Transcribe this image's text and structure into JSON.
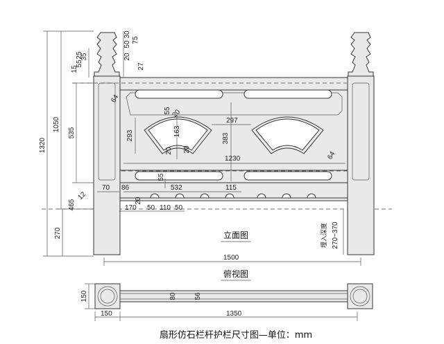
{
  "title": "扇形仿石栏杆护栏尺寸图—单位：mm",
  "views": {
    "elevation": "立面图",
    "plan": "俯视图"
  },
  "embed_note": "埋入深度",
  "embed_range": "270~370",
  "dims": {
    "total_height": "1320",
    "above_ground": "1050",
    "panel_height": "535",
    "lower_height": "465",
    "embed_depth": "270",
    "post_top_30": "30",
    "post_top_50": "50",
    "post_top_75": "75",
    "post_top_20": "20",
    "post_25": "25",
    "post_35": "35",
    "post_15": "15",
    "post_55": "55",
    "post_27": "27",
    "d_64a": "64",
    "d_64b": "64",
    "d_55": "55",
    "d_20a": "20",
    "d_163": "163",
    "d_293": "293",
    "d_20b": "20",
    "d_20c": "20",
    "d_297": "297",
    "d_383": "383",
    "d_1230": "1230",
    "d_55b": "55",
    "d_70": "70",
    "d_86": "86",
    "d_532": "532",
    "d_115": "115",
    "d_12": "12",
    "d_20d": "20",
    "d_170": "170",
    "d_50a": "50",
    "d_110": "110",
    "d_50b": "50",
    "width_1500": "1500",
    "plan_150h": "150",
    "plan_150w": "150",
    "plan_1350": "1350",
    "plan_80": "80",
    "plan_56": "56"
  }
}
